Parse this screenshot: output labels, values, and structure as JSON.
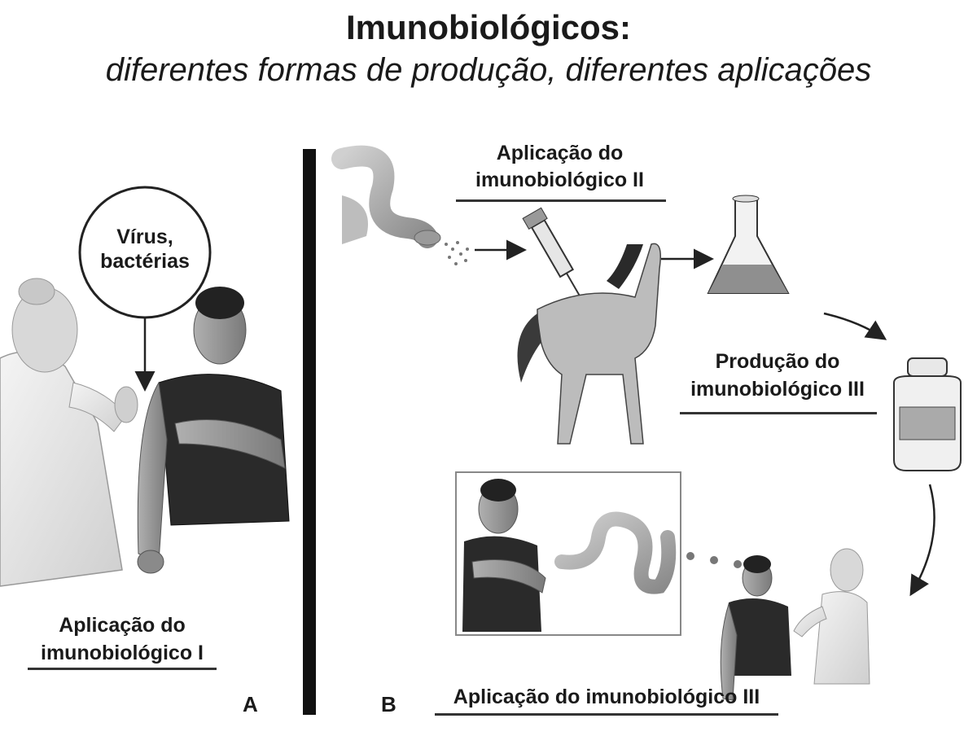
{
  "title": {
    "main": "Imunobiológicos:",
    "subtitle": "diferentes formas de produção, diferentes aplicações"
  },
  "panel_a": {
    "bubble_line1": "Vírus,",
    "bubble_line2": "bactérias",
    "caption_line1": "Aplicação do",
    "caption_line2": "imunobiológico I",
    "letter": "A"
  },
  "panel_b": {
    "caption_ii_line1": "Aplicação do",
    "caption_ii_line2": "imunobiológico II",
    "caption_prod_line1": "Produção do",
    "caption_prod_line2": "imunobiológico III",
    "caption_iii": "Aplicação do imunobiológico III",
    "letter": "B"
  }
}
